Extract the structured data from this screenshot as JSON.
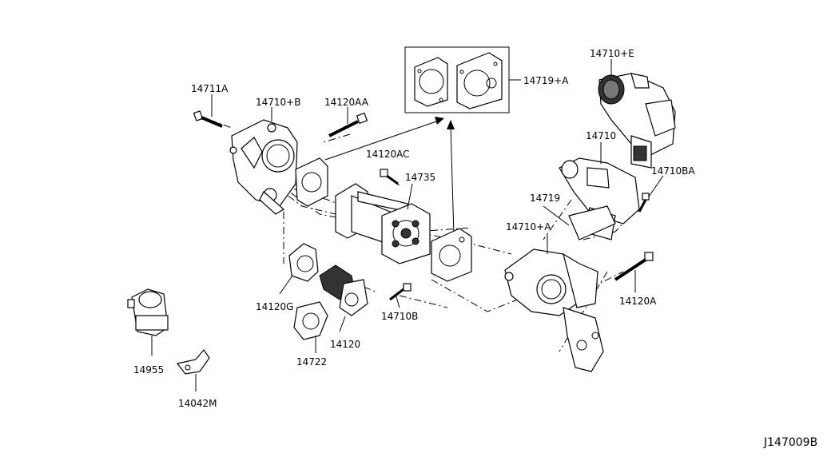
{
  "diagram": {
    "code": "J147009B",
    "labels": {
      "p14711A": "14711A",
      "p14710B_top": "14710+B",
      "p14120AA": "14120AA",
      "p14719A": "14719+A",
      "p14710E": "14710+E",
      "p14710": "14710",
      "p14120AC": "14120AC",
      "p14735": "14735",
      "p14710BA": "14710BA",
      "p14719": "14719",
      "p14710A": "14710+A",
      "p14120A": "14120A",
      "p14120G": "14120G",
      "p14710B": "14710B",
      "p14722": "14722",
      "p14120": "14120",
      "p14955": "14955",
      "p14042M": "14042M"
    }
  }
}
